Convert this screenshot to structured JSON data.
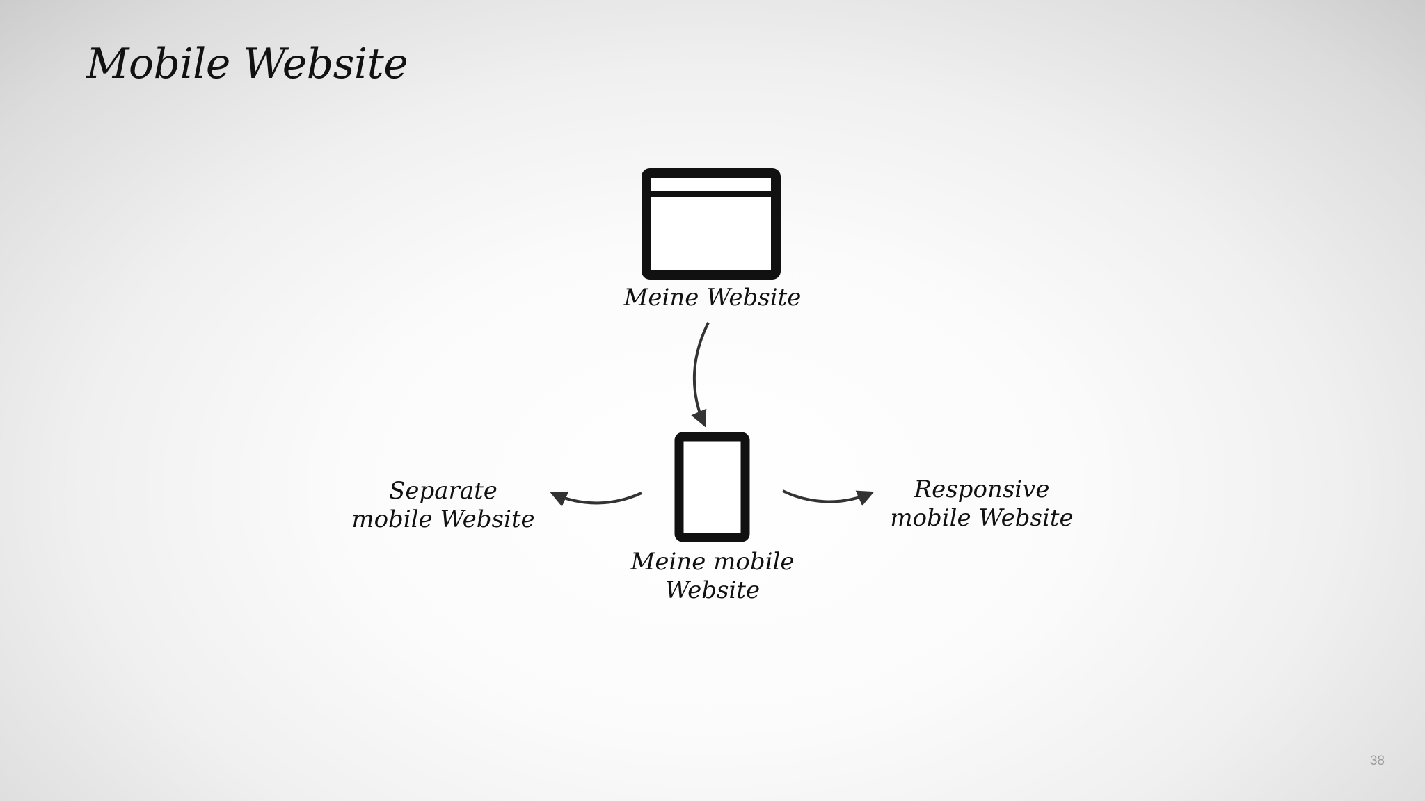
{
  "slide": {
    "title": "Mobile Website",
    "page_number": "38"
  },
  "diagram": {
    "desktop_label": "Meine Website",
    "mobile_label": "Meine mobile\nWebsite",
    "left_option_label": "Separate\nmobile Website",
    "right_option_label": "Responsive\nmobile Website"
  },
  "icons": {
    "desktop": "browser-window-icon",
    "mobile": "mobile-phone-icon"
  },
  "colors": {
    "icon_stroke": "#111111",
    "arrow_stroke": "#333333",
    "text": "#111111",
    "page_number": "#9a9a9a"
  }
}
